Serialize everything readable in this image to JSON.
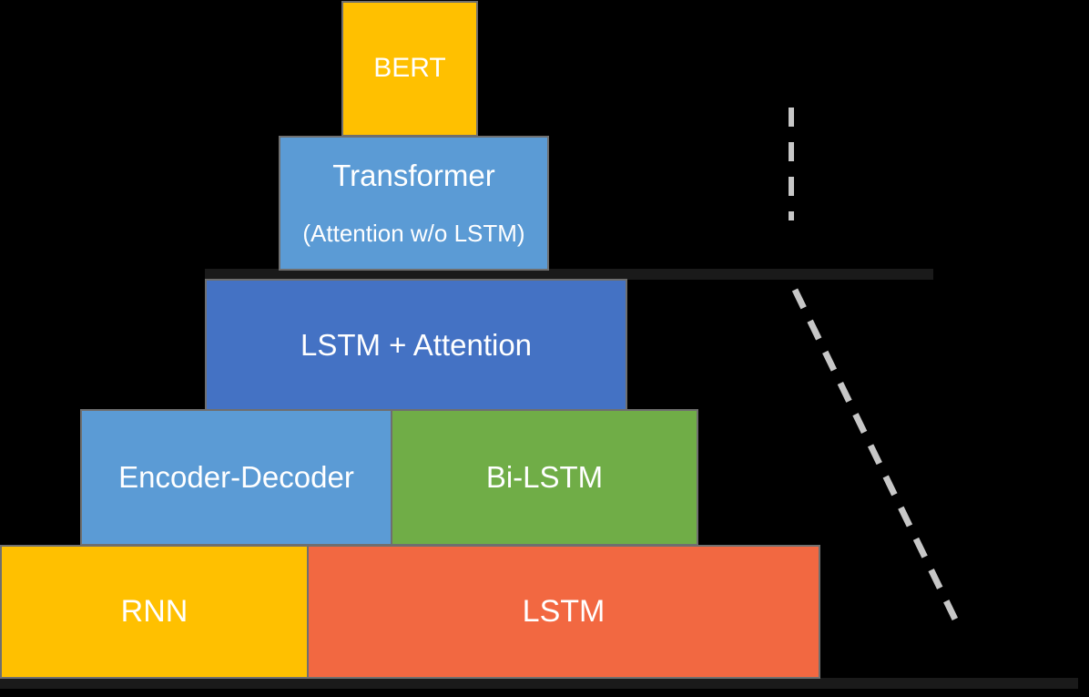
{
  "diagram": {
    "title_semantic": "nlp-model-architecture-pyramid",
    "background_color": "#000000",
    "divider_color": "#1A1A1A",
    "dash_color": "#C7C7C7",
    "border_color": "#6F6F6F",
    "text_color": "#FFFFFF",
    "boxes": {
      "bert": {
        "label": "BERT",
        "color": "#FFC000"
      },
      "transformer": {
        "label": "Transformer",
        "sublabel": "(Attention w/o LSTM)",
        "color": "#5B9BD5"
      },
      "lstm_attention": {
        "label": "LSTM + Attention",
        "color": "#4472C4"
      },
      "encoder_decoder": {
        "label": "Encoder-Decoder",
        "color": "#5B9BD5"
      },
      "bi_lstm": {
        "label": "Bi-LSTM",
        "color": "#70AD47"
      },
      "rnn": {
        "label": "RNN",
        "color": "#FFC000"
      },
      "lstm": {
        "label": "LSTM",
        "color": "#F26841"
      }
    }
  }
}
